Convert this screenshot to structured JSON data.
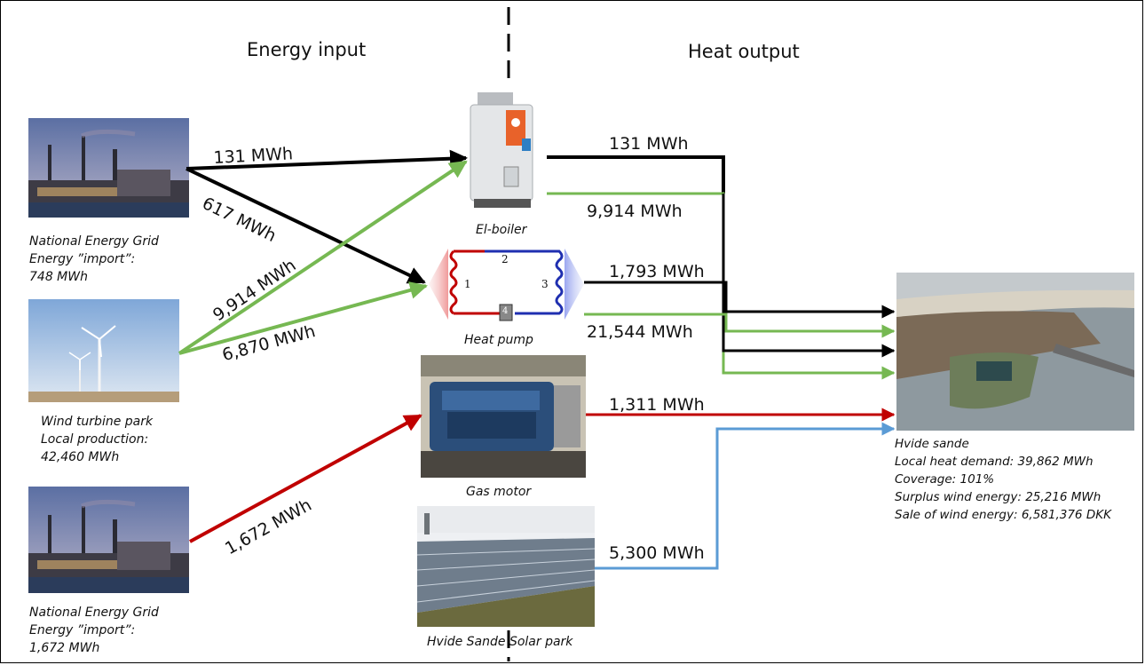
{
  "titles": {
    "input": "Energy input",
    "output": "Heat output"
  },
  "sources": {
    "grid_top": {
      "line1": "National Energy Grid",
      "line2": "Energy ”import”:",
      "line3": "748 MWh"
    },
    "wind": {
      "line1": "Wind turbine park",
      "line2": "Local production:",
      "line3": "42,460 MWh"
    },
    "grid_bottom": {
      "line1": "National Energy Grid",
      "line2": "Energy ”import”:",
      "line3": "1,672 MWh"
    }
  },
  "units": {
    "el_boiler": "El-boiler",
    "heat_pump": "Heat pump",
    "gas_motor": "Gas motor",
    "solar_park": "Hvide Sande Solar park"
  },
  "heat_pump_numbers": {
    "n1": "1",
    "n2": "2",
    "n3": "3",
    "n4": "4"
  },
  "input_flows": {
    "grid_to_boiler": "131 MWh",
    "grid_to_heatpump": "617 MWh",
    "wind_to_boiler": "9,914 MWh",
    "wind_to_heatpump": "6,870 MWh",
    "grid_to_gasmotor": "1,672 MWh"
  },
  "output_flows": {
    "boiler_black": "131 MWh",
    "boiler_green": "9,914 MWh",
    "heatpump_black": "1,793 MWh",
    "heatpump_green": "21,544 MWh",
    "gasmotor": "1,311 MWh",
    "solar": "5,300 MWh"
  },
  "destination": {
    "name": "Hvide sande",
    "demand": "Local heat demand: 39,862 MWh",
    "coverage": "Coverage: 101%",
    "surplus": "Surplus wind energy: 25,216 MWh",
    "sale": "Sale of wind energy: 6,581,376 DKK"
  },
  "colors": {
    "grid": "#000000",
    "wind": "#76b852",
    "gas": "#c00000",
    "solar": "#5b9bd5"
  }
}
